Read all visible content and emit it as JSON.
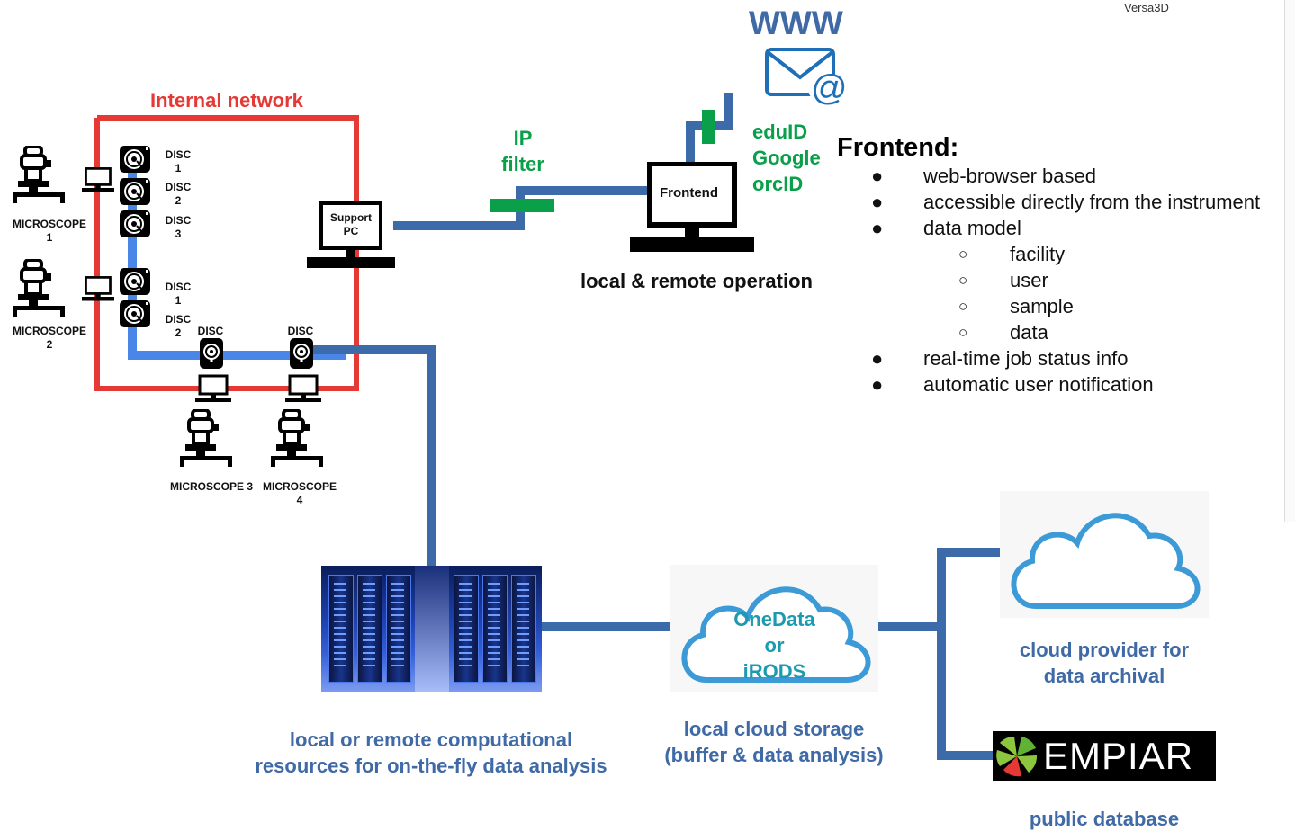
{
  "version_label": "Versa3D",
  "www_label": "WWW",
  "internal_network_label": "Internal network",
  "ip_filter_label": [
    "IP",
    "filter"
  ],
  "auth": [
    "eduID",
    "Google",
    "orcID"
  ],
  "support_pc_label": [
    "Support",
    "PC"
  ],
  "frontend_label": "Frontend",
  "frontend_caption": "local & remote operation",
  "microscopes": [
    {
      "line1": "MICROSCOPE",
      "line2": "1"
    },
    {
      "line1": "MICROSCOPE",
      "line2": "2"
    },
    {
      "line1": "MICROSCOPE 3",
      "line2": ""
    },
    {
      "line1": "MICROSCOPE",
      "line2": "4"
    }
  ],
  "discs": [
    {
      "line1": "DISC",
      "line2": "1"
    },
    {
      "line1": "DISC",
      "line2": "2"
    },
    {
      "line1": "DISC",
      "line2": "3"
    },
    {
      "line1": "DISC",
      "line2": "1"
    },
    {
      "line1": "DISC",
      "line2": "2"
    },
    {
      "line1": "DISC",
      "line2": ""
    },
    {
      "line1": "DISC",
      "line2": ""
    }
  ],
  "frontend_panel": {
    "title": "Frontend:",
    "items": [
      {
        "bullet": "●",
        "text": "web-browser based",
        "level": 1
      },
      {
        "bullet": "●",
        "text": "accessible directly from the instrument",
        "level": 1
      },
      {
        "bullet": "●",
        "text": "data model",
        "level": 1
      },
      {
        "bullet": "○",
        "text": "facility",
        "level": 2
      },
      {
        "bullet": "○",
        "text": "user",
        "level": 2
      },
      {
        "bullet": "○",
        "text": "sample",
        "level": 2
      },
      {
        "bullet": "○",
        "text": "data",
        "level": 2
      },
      {
        "bullet": "●",
        "text": "real-time job status info",
        "level": 1
      },
      {
        "bullet": "●",
        "text": "automatic user notification",
        "level": 1
      }
    ]
  },
  "cloud_storage": {
    "lines": [
      "OneData",
      "or",
      "iRODS"
    ],
    "caption": [
      "local cloud storage",
      "(buffer & data analysis)"
    ]
  },
  "compute_caption": [
    "local or remote computational",
    "resources for on-the-fly data analysis"
  ],
  "cloud_provider_caption": [
    "cloud provider for",
    "data archival"
  ],
  "empiar_label": "EMPIAR",
  "public_db_caption": "public database",
  "colors": {
    "internal_network": "#e53935",
    "data_link": "#3d6aa8",
    "local_link": "#4a86e8",
    "filter": "#0aa04a",
    "cloud": "#3c9ad6"
  }
}
